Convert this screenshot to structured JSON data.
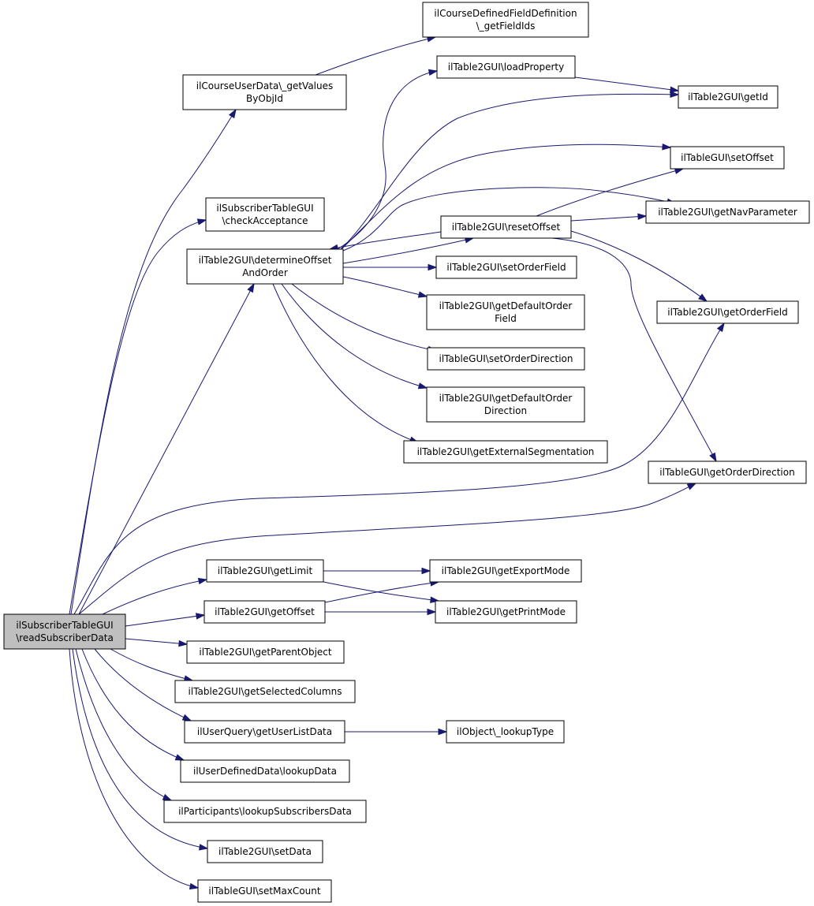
{
  "nodes": [
    {
      "id": "root",
      "lines": [
        "ilSubscriberTableGUI",
        "\\readSubscriberData"
      ],
      "root": true
    },
    {
      "id": "n1",
      "lines": [
        "ilCourseDefinedFieldDefinition",
        "\\_getFieldIds"
      ]
    },
    {
      "id": "n2",
      "lines": [
        "ilCourseUserData\\_getValues",
        "ByObjId"
      ]
    },
    {
      "id": "n3",
      "lines": [
        "ilTable2GUI\\loadProperty"
      ]
    },
    {
      "id": "n4",
      "lines": [
        "ilTable2GUI\\getId"
      ]
    },
    {
      "id": "n5",
      "lines": [
        "ilTableGUI\\setOffset"
      ]
    },
    {
      "id": "n6",
      "lines": [
        "ilSubscriberTableGUI",
        "\\checkAcceptance"
      ]
    },
    {
      "id": "n7",
      "lines": [
        "ilTable2GUI\\getNavParameter"
      ]
    },
    {
      "id": "n8",
      "lines": [
        "ilTable2GUI\\resetOffset"
      ]
    },
    {
      "id": "n9",
      "lines": [
        "ilTable2GUI\\determineOffset",
        "AndOrder"
      ]
    },
    {
      "id": "n10",
      "lines": [
        "ilTable2GUI\\setOrderField"
      ]
    },
    {
      "id": "n11",
      "lines": [
        "ilTable2GUI\\getDefaultOrder",
        "Field"
      ]
    },
    {
      "id": "n12",
      "lines": [
        "ilTable2GUI\\getOrderField"
      ]
    },
    {
      "id": "n13",
      "lines": [
        "ilTableGUI\\setOrderDirection"
      ]
    },
    {
      "id": "n14",
      "lines": [
        "ilTable2GUI\\getDefaultOrder",
        "Direction"
      ]
    },
    {
      "id": "n15",
      "lines": [
        "ilTable2GUI\\getExternalSegmentation"
      ]
    },
    {
      "id": "n16",
      "lines": [
        "ilTableGUI\\getOrderDirection"
      ]
    },
    {
      "id": "n17",
      "lines": [
        "ilTable2GUI\\getLimit"
      ]
    },
    {
      "id": "n18",
      "lines": [
        "ilTable2GUI\\getExportMode"
      ]
    },
    {
      "id": "n19",
      "lines": [
        "ilTable2GUI\\getOffset"
      ]
    },
    {
      "id": "n20",
      "lines": [
        "ilTable2GUI\\getPrintMode"
      ]
    },
    {
      "id": "n21",
      "lines": [
        "ilTable2GUI\\getParentObject"
      ]
    },
    {
      "id": "n22",
      "lines": [
        "ilTable2GUI\\getSelectedColumns"
      ]
    },
    {
      "id": "n23",
      "lines": [
        "ilUserQuery\\getUserListData"
      ]
    },
    {
      "id": "n24",
      "lines": [
        "ilObject\\_lookupType"
      ]
    },
    {
      "id": "n25",
      "lines": [
        "ilUserDefinedData\\lookupData"
      ]
    },
    {
      "id": "n26",
      "lines": [
        "ilParticipants\\lookupSubscribersData"
      ]
    },
    {
      "id": "n27",
      "lines": [
        "ilTable2GUI\\setData"
      ]
    },
    {
      "id": "n28",
      "lines": [
        "ilTableGUI\\setMaxCount"
      ]
    }
  ],
  "edges": [
    [
      "root",
      "n2"
    ],
    [
      "root",
      "n6"
    ],
    [
      "root",
      "n9"
    ],
    [
      "root",
      "n12"
    ],
    [
      "root",
      "n16"
    ],
    [
      "root",
      "n17"
    ],
    [
      "root",
      "n19"
    ],
    [
      "root",
      "n21"
    ],
    [
      "root",
      "n22"
    ],
    [
      "root",
      "n23"
    ],
    [
      "root",
      "n25"
    ],
    [
      "root",
      "n26"
    ],
    [
      "root",
      "n27"
    ],
    [
      "root",
      "n28"
    ],
    [
      "n2",
      "n1"
    ],
    [
      "n3",
      "n4"
    ],
    [
      "n9",
      "n3"
    ],
    [
      "n9",
      "n4"
    ],
    [
      "n9",
      "n5"
    ],
    [
      "n9",
      "n7"
    ],
    [
      "n9",
      "n8"
    ],
    [
      "n9",
      "n10"
    ],
    [
      "n9",
      "n11"
    ],
    [
      "n9",
      "n13"
    ],
    [
      "n9",
      "n14"
    ],
    [
      "n9",
      "n15"
    ],
    [
      "n8",
      "n9"
    ],
    [
      "n8",
      "n5"
    ],
    [
      "n8",
      "n7"
    ],
    [
      "n8",
      "n12"
    ],
    [
      "n8",
      "n16"
    ],
    [
      "n17",
      "n18"
    ],
    [
      "n17",
      "n20"
    ],
    [
      "n19",
      "n18"
    ],
    [
      "n19",
      "n20"
    ],
    [
      "n23",
      "n24"
    ]
  ]
}
